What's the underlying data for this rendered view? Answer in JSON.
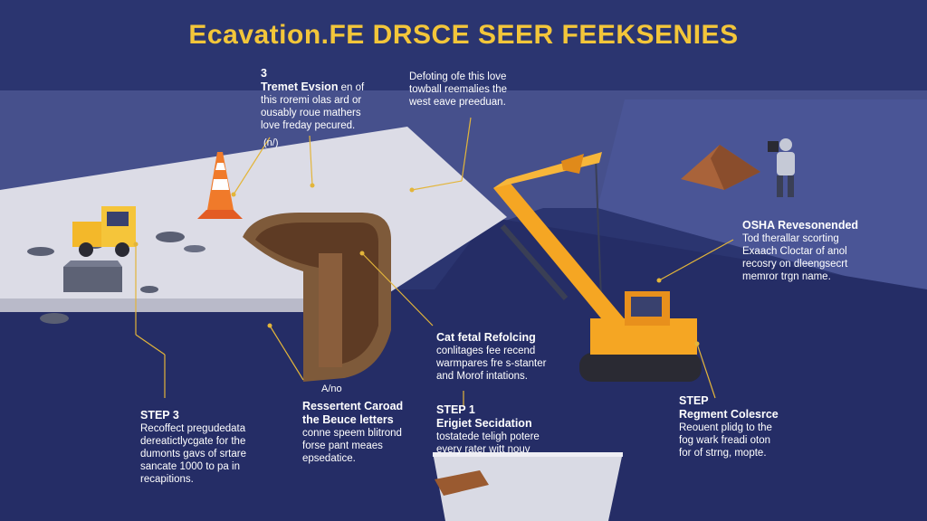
{
  "title": "Ecavation.FE DRSCE SEER FEEKSENIES",
  "callouts": {
    "top_left": {
      "step": "3",
      "heading": "Tremet Evsion",
      "body": "en of\nthis roremi olas ard or\nousably roue mathers\nlove freday pecured.",
      "note": "(n/)"
    },
    "top_center": {
      "body": "Defoting ofe this love\ntowball reemalies the\nwest eave preeduan."
    },
    "right_top": {
      "heading": "OSHA Revesonended",
      "body": "Tod therallar scorting\nExaach Cloctar of anol\nrecosry on dleengsecrt\nmemror trgn name."
    },
    "center": {
      "heading": "Cat fetal Refolcing",
      "body": "conlitages fee recend\nwarmpares fre s-stanter\nand Morof intations."
    },
    "bottom_left": {
      "heading": "STEP 3",
      "body": "Recoffect pregudedata\ndereatictlycgate for the\ndumonts gavs of srtare\nsancate 1000 to pa in\nrecapitions."
    },
    "bottom_mid": {
      "small": "A/no",
      "heading": "Ressertent Caroad\nthe Beuce letters",
      "body": "conne speem blitrond\nforse pant meaes\nepsedatice."
    },
    "bottom_center": {
      "heading": "STEP 1\nErigiet Secidation",
      "body": "tostatede teligh potere\nevery rater witt nouv"
    },
    "bottom_right": {
      "heading": "STEP\nRegment Colesrce",
      "body": "Reouent plidg to the\nfog wark freadi oton\nfor of strng, mopte."
    }
  },
  "colors": {
    "background": "#2b3570",
    "ground": "#dcdce6",
    "title": "#f3c63a",
    "excavator": "#f5a623",
    "callout_line": "#e3b53a"
  }
}
